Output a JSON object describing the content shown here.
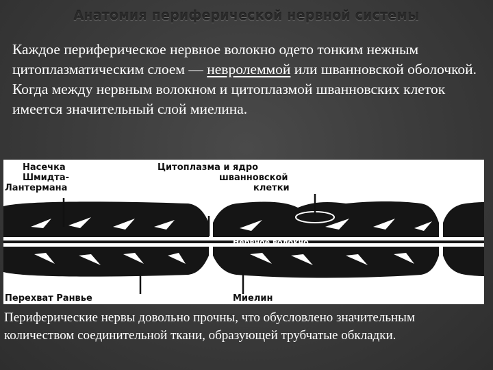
{
  "slide": {
    "title": "Анатомия периферической нервной системы",
    "paragraph1_before": "Каждое периферическое нервное волокно одето тонким нежным цитоплазматическим слоем — ",
    "paragraph1_underlined": "невролеммой",
    "paragraph1_after": " или шванновской оболочкой. Когда между нервным волокном и цитоплазмой шванновских клеток имеется значительный слой миелина.",
    "paragraph2": "Периферические нервы довольно прочны, что обусловлено значительным количеством соединительной ткани, образующей трубчатые обкладки."
  },
  "figure": {
    "label_incisure_1": "Насечка",
    "label_incisure_2": "Шмидта-",
    "label_incisure_3": "Лантермана",
    "label_schwann_1": "Цитоплазма и ядро",
    "label_schwann_2": "шванновской",
    "label_schwann_3": "клетки",
    "label_fiber": "Нервное волокно",
    "label_ranvier": "Перехват Ранвье",
    "label_myelin": "Миелин"
  }
}
